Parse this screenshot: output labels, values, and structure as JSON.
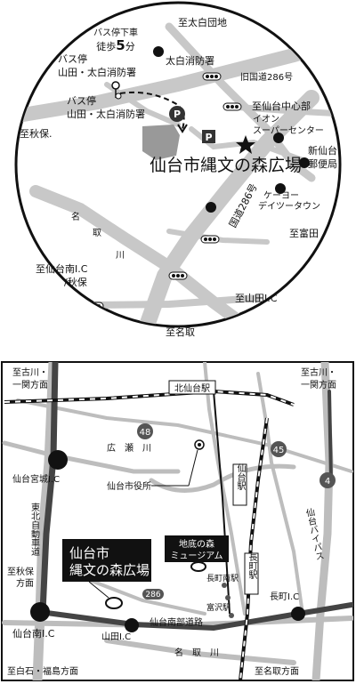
{
  "top_map": {
    "walk_line1": "バス停下車",
    "walk_line2_pre": "徒歩",
    "walk_minutes": "5",
    "walk_line2_post": "分",
    "dest_taihaku_danchi": "至太白団地",
    "bus_stop_upper_line1": "バス停",
    "bus_stop_upper_line2": "山田・太白消防署",
    "taihaku_fire_station": "太白消防署",
    "old_route_286": "旧国道286号",
    "bus_stop_lower_line1": "バス停",
    "bus_stop_lower_line2": "山田・太白消防署",
    "dest_sendai_center": "至仙台中心部",
    "aeon_line1": "イオン",
    "aeon_line2": "スーパーセンター",
    "dest_akiu": "至秋保.",
    "venue": "仙台市縄文の森広場",
    "shin_sendai_line1": "新仙台",
    "shin_sendai_line2": "郵便局",
    "keyton_line1": "ケーヨー",
    "keyton_line2": "デイツー",
    "keyton_line3": "タウン",
    "route_286": "国道286号",
    "dest_tomita": "至富田",
    "natori_river_1": "名",
    "natori_river_2": "取",
    "natori_river_3": "川",
    "dest_sendai_minami_line1": "至仙台南I.C",
    "dest_sendai_minami_line2": "/秋保",
    "dest_yamada_ic": "至山田I.C",
    "dest_natori": "至名取",
    "parking_label": "P"
  },
  "bottom_map": {
    "dest_furukawa_left_line1": "至古川・",
    "dest_furukawa_left_line2": "一関方面",
    "dest_furukawa_right_line1": "至古川・",
    "dest_furukawa_right_line2": "一関方面",
    "kita_sendai_station": "北仙台駅",
    "route_48": "48",
    "route_45": "45",
    "route_4": "4",
    "route_286": "286",
    "hirose_river": "広　瀬　川",
    "sendai_miyagi_ic": "仙台宮城I.C",
    "city_hall": "仙台市役所",
    "sendai_station": "仙台駅",
    "tohoku_expressway": "東北自動車道",
    "venue_line1": "仙台市",
    "venue_line2": "縄文の森広場",
    "underground_forest_line1": "地底の森",
    "underground_forest_line2": "ミュージアム",
    "nagamachi_station": "長町駅",
    "nagamachi_minami_station": "長町南駅",
    "sendai_bypass": "仙台バイパス",
    "dest_akiu_line1": "至秋保",
    "dest_akiu_line2": "方面",
    "tomizawa_station": "富沢駅",
    "nagamachi_ic": "長町I.C",
    "yamada_ic": "山田I.C",
    "sendai_nanbu_road": "仙台南部道路",
    "sendai_minami_ic": "仙台南I.C",
    "natori_river": "名　取　川",
    "dest_shiroishi": "至白石・福島方面",
    "dest_natori": "至名取方面"
  }
}
